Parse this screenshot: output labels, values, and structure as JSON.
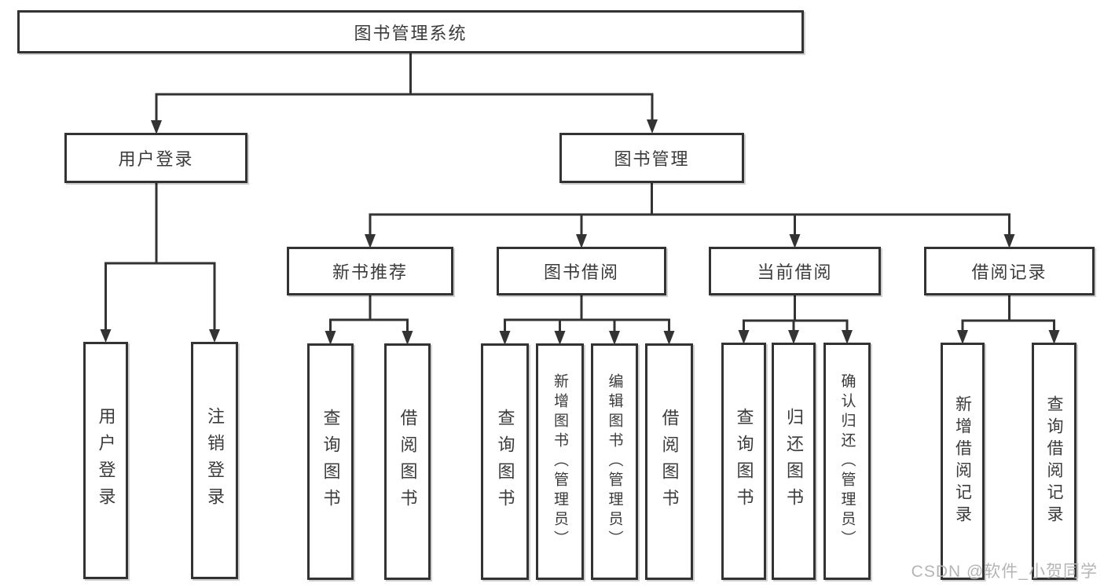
{
  "tree": {
    "label": "图书管理系统",
    "children": [
      {
        "label": "用户登录",
        "children": [
          {
            "label": "用户登录"
          },
          {
            "label": "注销登录"
          }
        ]
      },
      {
        "label": "图书管理",
        "children": [
          {
            "label": "新书推荐",
            "children": [
              {
                "label": "查询图书"
              },
              {
                "label": "借阅图书"
              }
            ]
          },
          {
            "label": "图书借阅",
            "children": [
              {
                "label": "查询图书"
              },
              {
                "label": "新增图书（管理员）"
              },
              {
                "label": "编辑图书（管理员）"
              },
              {
                "label": "借阅图书"
              }
            ]
          },
          {
            "label": "当前借阅",
            "children": [
              {
                "label": "查询图书"
              },
              {
                "label": "归还图书"
              },
              {
                "label": "确认归还（管理员）"
              }
            ]
          },
          {
            "label": "借阅记录",
            "children": [
              {
                "label": "新增借阅记录"
              },
              {
                "label": "查询借阅记录"
              }
            ]
          }
        ]
      }
    ]
  },
  "watermark": {
    "text": "CSDN @软件_小贺同学"
  },
  "colors": {
    "line": "#333333",
    "text": "#3b3b3b",
    "watermark": "#b5b5b5",
    "background": "#ffffff"
  }
}
